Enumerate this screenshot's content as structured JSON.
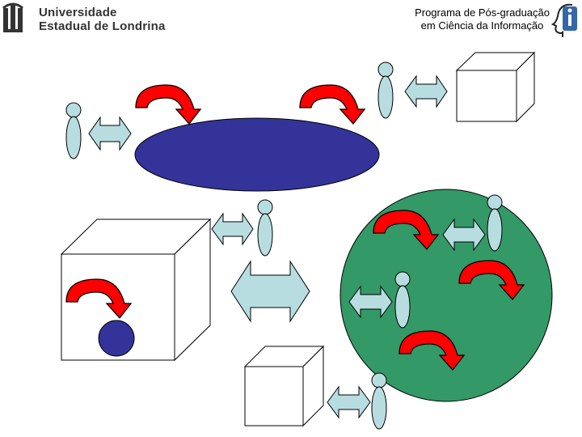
{
  "header": {
    "logo_line1": "Universidade",
    "logo_line2": "Estadual de Londrina",
    "program_line1": "Programa de Pós-graduação",
    "program_line2": "em Ciência da Informação"
  },
  "colors": {
    "ellipse": "#333399",
    "circle": "#339966",
    "ball": "#333399",
    "arrow": "#ff0000",
    "person": "#b8dde0",
    "double_arrow": "#b8dde0",
    "box": "#ffffff"
  }
}
